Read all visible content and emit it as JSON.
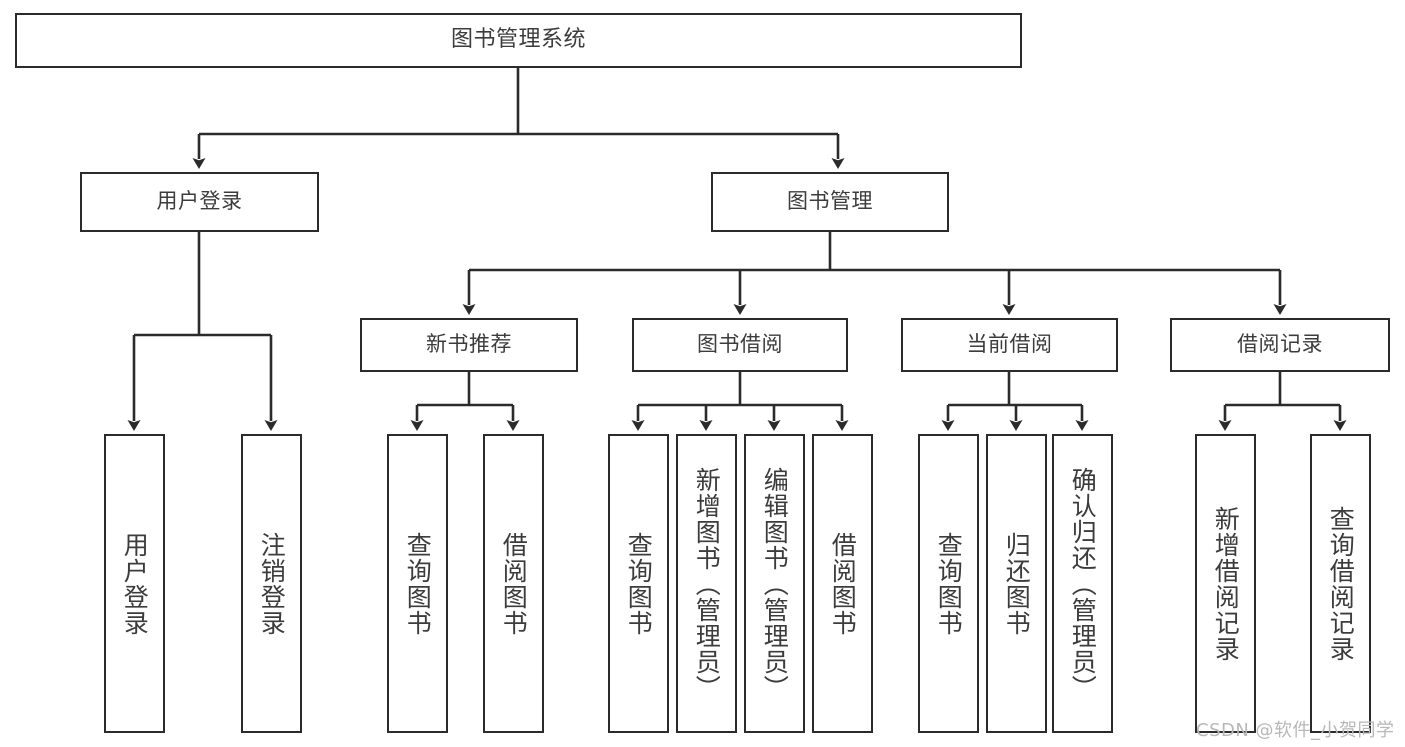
{
  "diagram": {
    "type": "tree-hierarchy",
    "title": "图书管理系统",
    "watermark": "CSDN @软件_小贺同学",
    "colors": {
      "box_border": "#2b2b2b",
      "box_fill": "#ffffff",
      "line": "#2b2b2b",
      "text": "#3c3c3c",
      "watermark": "#b8b8b8",
      "background": "#ffffff"
    },
    "levels": {
      "level1": [
        "图书管理系统"
      ],
      "level2": [
        "用户登录",
        "图书管理"
      ],
      "level3": [
        "新书推荐",
        "图书借阅",
        "当前借阅",
        "借阅记录"
      ],
      "level4": [
        "用户登录",
        "注销登录",
        "查询图书",
        "借阅图书",
        "查询图书",
        "新增图书（管理员）",
        "编辑图书（管理员）",
        "借阅图书",
        "查询图书",
        "归还图书",
        "确认归还（管理员）",
        "新增借阅记录",
        "查询借阅记录"
      ]
    },
    "nodes": {
      "root": {
        "label": "图书管理系统"
      },
      "user_login": {
        "label": "用户登录"
      },
      "book_manage": {
        "label": "图书管理"
      },
      "new_book_rec": {
        "label": "新书推荐"
      },
      "book_borrow": {
        "label": "图书借阅"
      },
      "current_borrow": {
        "label": "当前借阅"
      },
      "borrow_record": {
        "label": "借阅记录"
      },
      "leaf_user_login": {
        "label": "用户登录"
      },
      "leaf_logout": {
        "label": "注销登录"
      },
      "leaf_query_book_1": {
        "label": "查询图书"
      },
      "leaf_borrow_book_1": {
        "label": "借阅图书"
      },
      "leaf_query_book_2": {
        "label": "查询图书"
      },
      "leaf_add_book": {
        "label": "新增图书（管理员）"
      },
      "leaf_edit_book": {
        "label": "编辑图书（管理员）"
      },
      "leaf_borrow_book_2": {
        "label": "借阅图书"
      },
      "leaf_query_book_3": {
        "label": "查询图书"
      },
      "leaf_return_book": {
        "label": "归还图书"
      },
      "leaf_confirm_return": {
        "label": "确认归还（管理员）"
      },
      "leaf_add_record": {
        "label": "新增借阅记录"
      },
      "leaf_query_record": {
        "label": "查询借阅记录"
      }
    }
  }
}
